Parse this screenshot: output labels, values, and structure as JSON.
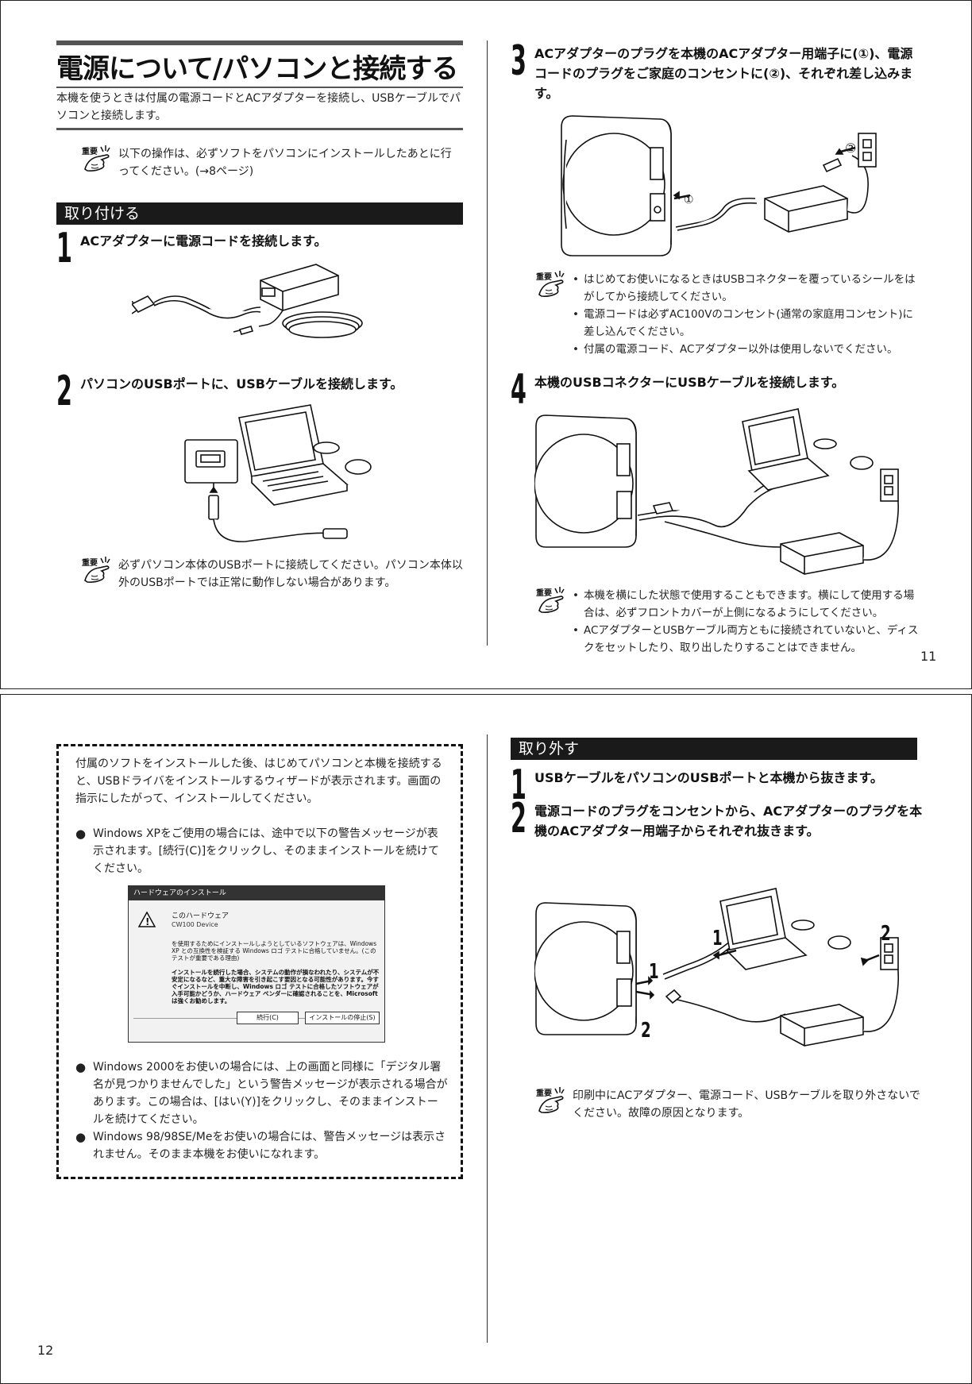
{
  "page11": {
    "title": "電源について/パソコンと接続する",
    "intro": "本機を使うときは付属の電源コードとACアダプターを接続し、USBケーブルでパソコンと接続します。",
    "important_note_1": "以下の操作は、必ずソフトをパソコンにインストールしたあとに行ってください。(→8ページ)",
    "important_label": "重要",
    "section_attach": "取り付ける",
    "step1_num": "1",
    "step1_text": "ACアダプターに電源コードを接続します。",
    "step2_num": "2",
    "step2_text": "パソコンのUSBポートに、USBケーブルを接続します。",
    "important_note_2": "必ずパソコン本体のUSBポートに接続してください。パソコン本体以外のUSBポートでは正常に動作しない場合があります。",
    "step3_num": "3",
    "step3_text": "ACアダプターのプラグを本機のACアダプター用端子に(①)、電源コードのプラグをご家庭のコンセントに(②)、それぞれ差し込みます。",
    "callout_1": "①",
    "callout_2": "②",
    "important_list_3": [
      "はじめてお使いになるときはUSBコネクターを覆っているシールをはがしてから接続してください。",
      "電源コードは必ずAC100Vのコンセント(通常の家庭用コンセント)に差し込んでください。",
      "付属の電源コード、ACアダプター以外は使用しないでください。"
    ],
    "step4_num": "4",
    "step4_text": "本機のUSBコネクターにUSBケーブルを接続します。",
    "important_list_4": [
      "本機を横にした状態で使用することもできます。横にして使用する場合は、必ずフロントカバーが上側になるようにしてください。",
      "ACアダプターとUSBケーブル両方ともに接続されていないと、ディスクをセットしたり、取り出したりすることはできません。"
    ],
    "page_number": "11"
  },
  "page12": {
    "box_intro": "付属のソフトをインストールした後、はじめてパソコンと本機を接続すると、USBドライバをインストールするウィザードが表示されます。画面の指示にしたがって、インストールしてください。",
    "bullet_xp": "Windows XPをご使用の場合には、途中で以下の警告メッセージが表示されます。[続行(C)]をクリックし、そのままインストールを続けてください。",
    "bullet_2000": "Windows 2000をお使いの場合には、上の画面と同様に「デジタル署名が見つかりませんでした」という警告メッセージが表示される場合があります。この場合は、[はい(Y)]をクリックし、そのままインストールを続けてください。",
    "bullet_98": "Windows 98/98SE/Meをお使いの場合には、警告メッセージは表示されません。そのまま本機をお使いになれます。",
    "bullet_mark": "●",
    "dialog": {
      "title": "ハードウェアのインストール",
      "heading": "このハードウェア",
      "device": "CW100 Device",
      "message_1": "を使用するためにインストールしようとしているソフトウェアは、Windows XP との互換性を検証する Windows ロゴ テストに合格していません。(このテストが重要である理由)",
      "message_2": "インストールを続行した場合、システムの動作が損なわれたり、システムが不安定になるなど、重大な障害を引き起こす要因となる可能性があります。今すぐインストールを中断し、Windows ロゴ テストに合格したソフトウェアが入手可能かどうか、ハードウェア ベンダーに確認されることを、Microsoft は強くお勧めします。",
      "btn_continue": "続行(C)",
      "btn_stop": "インストールの停止(S)"
    },
    "section_remove": "取り外す",
    "r_step1_num": "1",
    "r_step1_text": "USBケーブルをパソコンのUSBポートと本機から抜きます。",
    "r_step2_num": "2",
    "r_step2_text": "電源コードのプラグをコンセントから、ACアダプターのプラグを本機のACアダプター用端子からそれぞれ抜きます。",
    "callout_1": "1",
    "callout_2": "2",
    "important_note_r": "印刷中にACアダプター、電源コード、USBケーブルを取り外さないでください。故障の原因となります。",
    "page_number": "12"
  }
}
